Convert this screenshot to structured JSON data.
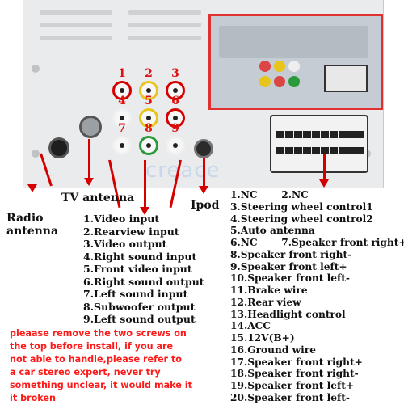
{
  "labels": {
    "tv_antenna": "TV antenna",
    "radio_antenna_line1": "Radio",
    "radio_antenna_line2": "antenna",
    "ipod": "Ipod",
    "watermark": "creace"
  },
  "rca_numbers": [
    "1",
    "2",
    "3",
    "4",
    "5",
    "6",
    "7",
    "8",
    "9"
  ],
  "rca_colors": [
    "#d40000",
    "#e7c51b",
    "#d40000",
    "#f0f0f0",
    "#e7c51b",
    "#d40000",
    "#f0f0f0",
    "#2a9a3a",
    "#f0f0f0"
  ],
  "av_outputs": [
    "1.Video input",
    "2.Rearview input",
    "3.Video output",
    "4.Right sound input",
    "5.Front video input",
    "6.Right sound output",
    "7.Left sound input",
    "8.Subwoofer output",
    "9.Left sound output"
  ],
  "harness_pins": [
    "1.NC       2.NC",
    "3.Steering wheel control1",
    "4.Steering wheel control2",
    "5.Auto antenna",
    "6.NC       7.Speaker front right+",
    "8.Speaker front right-",
    "9.Speaker front left+",
    "10.Speaker front left-",
    "11.Brake wire",
    "12.Rear view",
    "13.Headlight control",
    "14.ACC",
    "15.12V(B+)",
    "16.Ground wire",
    "17.Speaker front right+",
    "18.Speaker front right-",
    "19.Speaker front left+",
    "20.Speaker front left-"
  ],
  "warning_lines": [
    "pleaase remove the two screws on",
    "the top before install, if you are",
    "not able to handle,please refer to",
    "a car stereo expert, never try",
    "something unclear, it would make it",
    "it broken"
  ],
  "colors": {
    "arrow": "#d40000",
    "warning_text": "#ff1a1a",
    "rca_number": "#dd1111"
  }
}
